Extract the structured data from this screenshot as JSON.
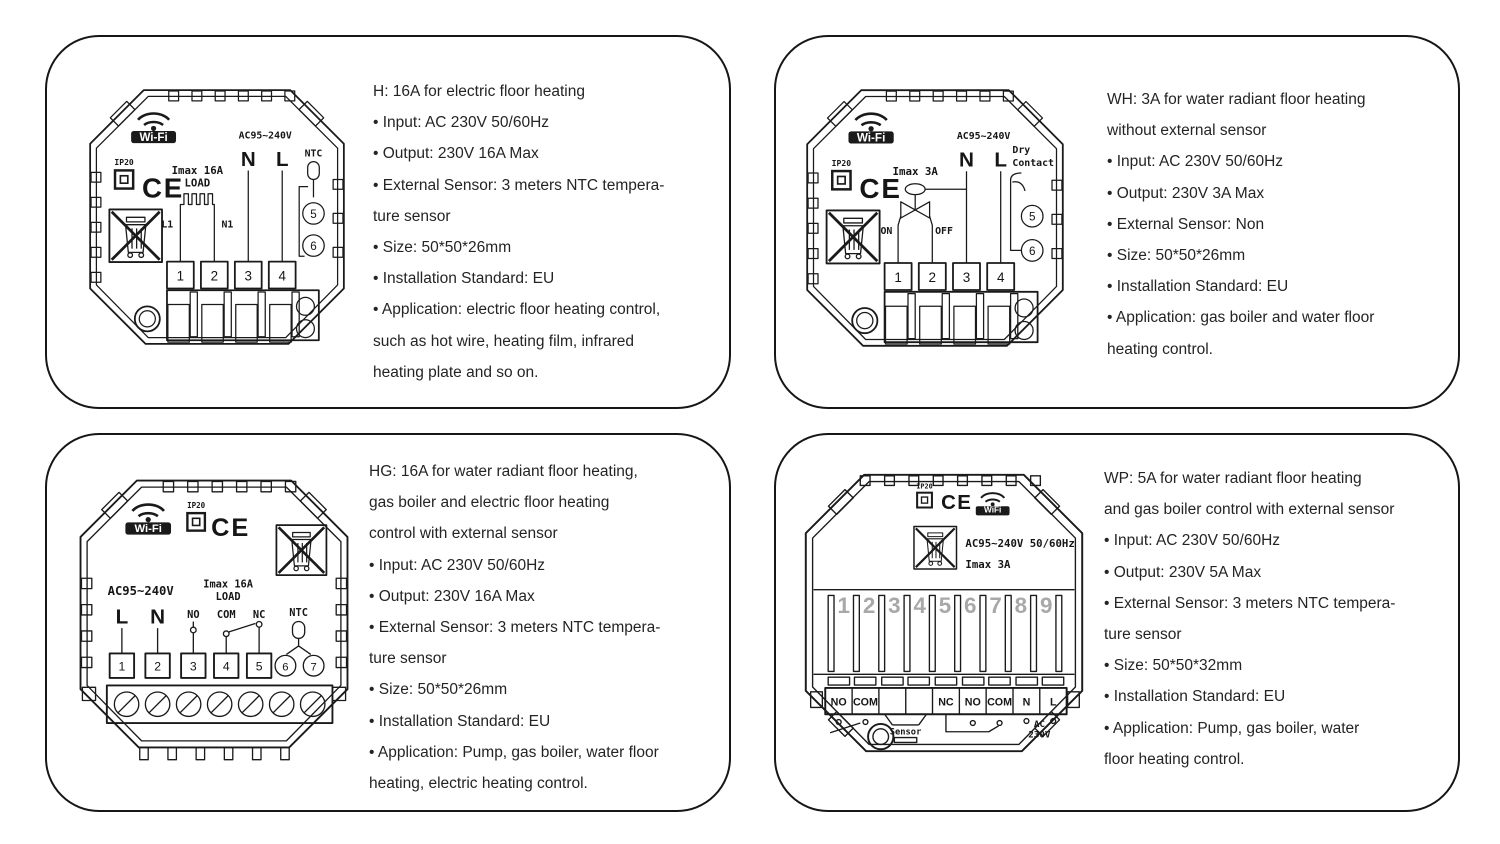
{
  "page": {
    "background": "#ffffff",
    "line_color": "#1a1a1a"
  },
  "panels": [
    {
      "model": "H",
      "lines": [
        "H: 16A for electric floor heating",
        "• Input: AC 230V 50/60Hz",
        "• Output: 230V 16A Max",
        "• External Sensor: 3 meters NTC tempera-",
        "ture sensor",
        "• Size: 50*50*26mm",
        "• Installation Standard: EU",
        "• Application: electric floor heating control,",
        "such as hot wire, heating film, infrared",
        "heating plate and so on."
      ],
      "device": {
        "wifi": "Wi-Fi",
        "ip20": "IP20",
        "ce": "CE",
        "ac": "AC95~240V",
        "n": "N",
        "l": "L",
        "ntc": "NTC",
        "imax": "Imax 16A",
        "load": "LOAD",
        "l1": "L1",
        "n1": "N1",
        "t1": "1",
        "t2": "2",
        "t3": "3",
        "t4": "4",
        "c5": "5",
        "c6": "6"
      }
    },
    {
      "model": "WH",
      "lines": [
        "WH: 3A for water radiant floor heating",
        "without external sensor",
        "• Input: AC 230V 50/60Hz",
        "• Output: 230V 3A Max",
        "• External Sensor: Non",
        "• Size: 50*50*26mm",
        "• Installation Standard: EU",
        "• Application: gas boiler and water floor",
        "heating control."
      ],
      "device": {
        "wifi": "Wi-Fi",
        "ip20": "IP20",
        "ce": "CE",
        "ac": "AC95~240V",
        "n": "N",
        "l": "L",
        "imax": "Imax 3A",
        "on": "ON",
        "off": "OFF",
        "dry1": "Dry",
        "dry2": "Contact",
        "t1": "1",
        "t2": "2",
        "t3": "3",
        "t4": "4",
        "c5": "5",
        "c6": "6"
      }
    },
    {
      "model": "HG",
      "lines": [
        "HG: 16A for water radiant floor heating,",
        "gas boiler and electric floor heating",
        "control with external sensor",
        "• Input: AC 230V 50/60Hz",
        "• Output: 230V 16A Max",
        "• External Sensor: 3 meters NTC tempera-",
        "ture sensor",
        "• Size: 50*50*26mm",
        "• Installation Standard: EU",
        "• Application: Pump, gas boiler, water floor",
        "heating, electric heating control."
      ],
      "device": {
        "wifi": "Wi-Fi",
        "ip20": "IP20",
        "ce": "CE",
        "ac": "AC95~240V",
        "l": "L",
        "n": "N",
        "imax": "Imax 16A",
        "load": "LOAD",
        "no": "NO",
        "com": "COM",
        "nc": "NC",
        "ntc": "NTC",
        "t1": "1",
        "t2": "2",
        "t3": "3",
        "t4": "4",
        "t5": "5",
        "c6": "6",
        "c7": "7"
      }
    },
    {
      "model": "WP",
      "lines": [
        "WP: 5A for water radiant floor heating",
        "and gas boiler control with external sensor",
        "• Input: AC 230V 50/60Hz",
        "• Output: 230V 5A Max",
        "• External Sensor: 3 meters NTC tempera-",
        "ture sensor",
        "• Size: 50*50*32mm",
        "• Installation Standard: EU",
        "• Application: Pump, gas boiler, water",
        "floor heating control."
      ],
      "device": {
        "ip20": "IP20",
        "ce": "CE",
        "wifi": "WiFi",
        "ac": "AC95~240V 50/60Hz",
        "imax": "Imax 3A",
        "n1": "1",
        "n2": "2",
        "n3": "3",
        "n4": "4",
        "n5": "5",
        "n6": "6",
        "n7": "7",
        "n8": "8",
        "n9": "9",
        "t1": "NO",
        "t2": "COM",
        "t3": "",
        "t4": "",
        "t5": "NC",
        "t6": "NO",
        "t7": "COM",
        "t8": "N",
        "t9": "L",
        "sensor": "Sensor",
        "ac2a": "AC",
        "ac2b": "230V"
      }
    }
  ]
}
